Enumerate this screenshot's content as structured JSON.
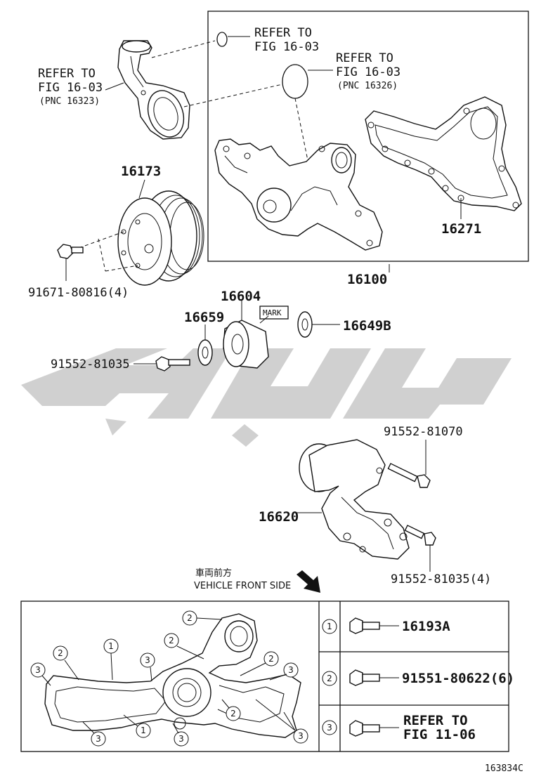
{
  "references": {
    "oring_upper": [
      "REFER TO",
      "FIG 16-03"
    ],
    "oring_lower": [
      "REFER TO",
      "FIG 16-03",
      "(PNC 16326)"
    ],
    "inlet": [
      "REFER TO",
      "FIG 16-03",
      "(PNC 16323)"
    ]
  },
  "parts": {
    "pulley": "16173",
    "pulley_bolt": "91671-80816(4)",
    "pump_assy": "16100",
    "gasket": "16271",
    "idler_pulley": "16604",
    "plate_washer": "16659",
    "cover_plate": "16649B",
    "idler_bolt": "91552-81035",
    "mark_tag": "MARK",
    "tensioner": "16620",
    "tensioner_bolt_a": "91552-81070",
    "tensioner_bolt_b": "91552-81035(4)"
  },
  "vehicle_front": {
    "jp": "車両前方",
    "en": "VEHICLE FRONT SIDE"
  },
  "callout_numbers": [
    "1",
    "2",
    "3"
  ],
  "legend": [
    {
      "num": "1",
      "part": "16193A"
    },
    {
      "num": "2",
      "part": "91551-80622(6)"
    },
    {
      "num": "3",
      "part": "REFER TO",
      "part2": "FIG 11-06"
    }
  ],
  "figure_code": "163834C"
}
